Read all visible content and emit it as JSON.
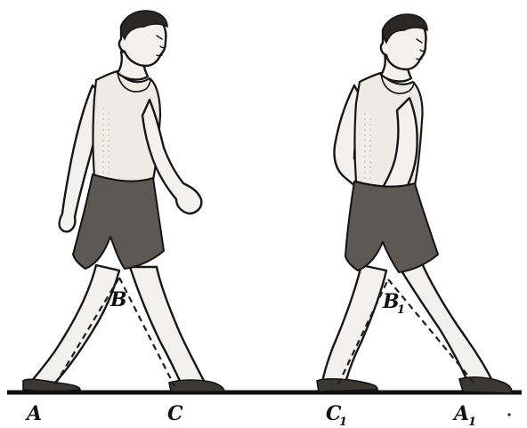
{
  "labels": {
    "figure1": {
      "a": "A",
      "b": "B",
      "c": "C"
    },
    "figure2": {
      "a": "A",
      "a_sub": "1",
      "b": "B",
      "b_sub": "1",
      "c": "C",
      "c_sub": "1"
    }
  },
  "colors": {
    "ink": "#161616",
    "paper": "#ffffff"
  }
}
